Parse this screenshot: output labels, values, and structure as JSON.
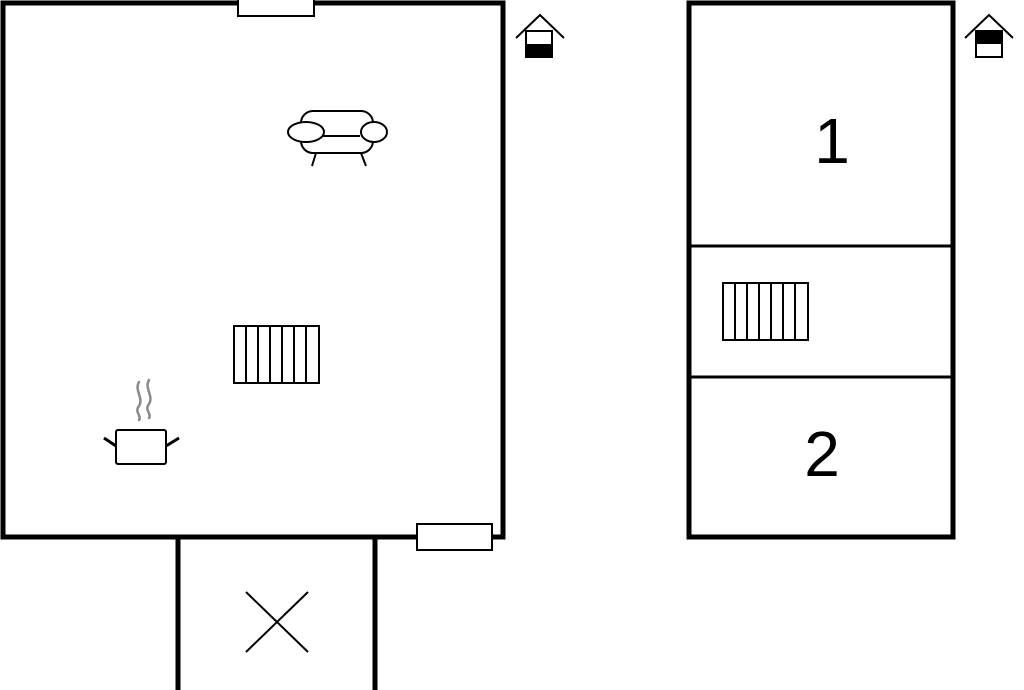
{
  "floors": [
    {
      "id": "ground",
      "level_icon": "house-ground-floor-icon",
      "icons": [
        "sofa-icon",
        "stairs-icon",
        "cooking-pot-icon",
        "x-marker-icon"
      ]
    },
    {
      "id": "upper",
      "level_icon": "house-upper-floor-icon",
      "rooms": [
        {
          "label": "1"
        },
        {
          "label": "2"
        }
      ],
      "icons": [
        "stairs-icon"
      ]
    }
  ],
  "colors": {
    "wall": "#000000",
    "steam": "#8a8a8a",
    "background": "#ffffff"
  }
}
